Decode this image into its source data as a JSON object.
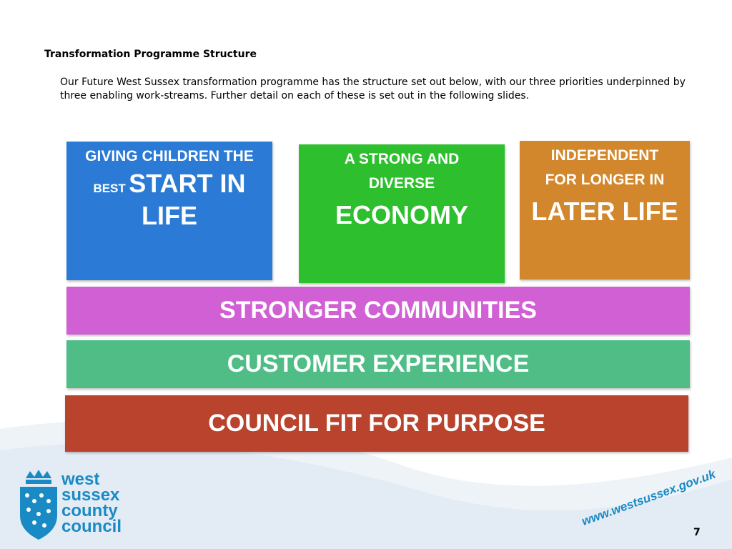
{
  "slide": {
    "title": "Transformation Programme Structure",
    "intro": "Our Future West Sussex transformation programme has the structure set out below, with our three priorities underpinned by three enabling work-streams. Further detail on each of these is set out in the following slides.",
    "page_number": "7"
  },
  "priorities": [
    {
      "line1": "GIVING CHILDREN THE",
      "line2_small": "BEST",
      "line2_large": "START IN",
      "line3": "LIFE",
      "color": "#2b7bd6"
    },
    {
      "line1": "A STRONG AND",
      "line2": "DIVERSE",
      "line3": "ECONOMY",
      "color": "#2dbf2d"
    },
    {
      "line1": "INDEPENDENT",
      "line2": "FOR LONGER IN",
      "line3": "LATER LIFE",
      "color": "#d3872c"
    }
  ],
  "workstreams": [
    {
      "label": "STRONGER COMMUNITIES",
      "color": "#d060d3"
    },
    {
      "label": "CUSTOMER EXPERIENCE",
      "color": "#4fbd85"
    },
    {
      "label": "COUNCIL FIT FOR PURPOSE",
      "color": "#b9432c"
    }
  ],
  "footer": {
    "logo_lines": [
      "west",
      "sussex",
      "county",
      "council"
    ],
    "logo_icon": "crest-icon",
    "url": "www.westsussex.gov.uk",
    "brand_color": "#1a8ac4"
  }
}
